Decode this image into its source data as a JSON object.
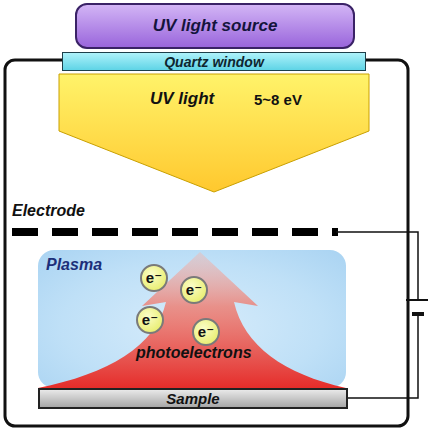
{
  "diagram": {
    "nodes": [
      {
        "text": [
          "UV light source"
        ]
      },
      {
        "text": [
          "Quartz window"
        ]
      },
      {
        "text": [
          "UV light",
          "5~8 eV"
        ]
      },
      {
        "text": [
          "Plasma"
        ]
      },
      {
        "text": [
          "photoelectrons"
        ],
        "in": 3
      },
      {
        "text": [
          "e⁻"
        ],
        "in": 3
      },
      {
        "text": [
          "e⁻"
        ],
        "in": 3
      },
      {
        "text": [
          "e⁻"
        ],
        "in": 3
      },
      {
        "text": [
          "e⁻"
        ],
        "in": 3
      },
      {
        "text": [
          "Sample"
        ]
      }
    ],
    "edges": [],
    "labels": [
      "Electrode"
    ]
  }
}
